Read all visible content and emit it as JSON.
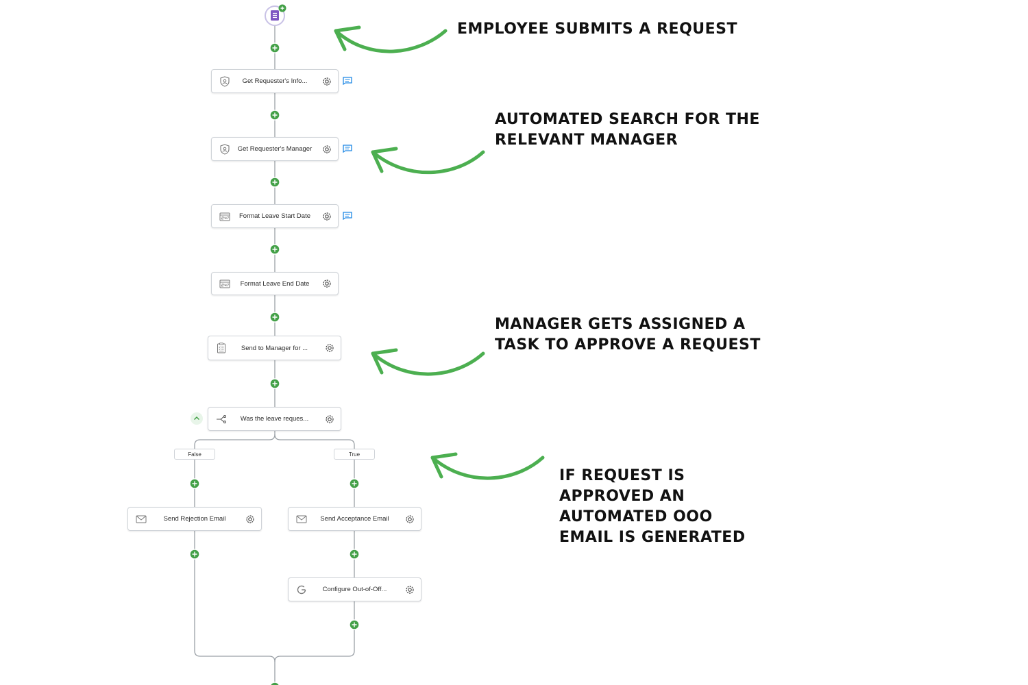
{
  "diagram": {
    "nodes": [
      {
        "id": "get-requesters-info",
        "label": "Get Requester's Info...",
        "icon": "shield-user-icon"
      },
      {
        "id": "get-requesters-manager",
        "label": "Get Requester's Manager",
        "icon": "shield-user-icon"
      },
      {
        "id": "format-leave-start-date",
        "label": "Format Leave Start Date",
        "icon": "calendar-247-icon"
      },
      {
        "id": "format-leave-end-date",
        "label": "Format Leave End Date",
        "icon": "calendar-247-icon"
      },
      {
        "id": "send-to-manager",
        "label": "Send to Manager for ...",
        "icon": "clipboard-icon"
      },
      {
        "id": "was-leave-request",
        "label": "Was the leave reques...",
        "icon": "branch-icon"
      },
      {
        "id": "send-rejection-email",
        "label": "Send Rejection Email",
        "icon": "mail-icon"
      },
      {
        "id": "send-acceptance-email",
        "label": "Send Acceptance Email",
        "icon": "mail-icon"
      },
      {
        "id": "configure-out-of-office",
        "label": "Configure Out-of-Off...",
        "icon": "google-icon"
      }
    ],
    "branches": {
      "false_label": "False",
      "true_label": "True"
    }
  },
  "annotations": {
    "a1": "EMPLOYEE SUBMITS A REQUEST",
    "a2": "AUTOMATED SEARCH FOR THE\nRELEVANT MANAGER",
    "a3": "MANAGER GETS ASSIGNED A\nTASK TO APPROVE A REQUEST",
    "a4": "IF REQUEST IS\nAPPROVED AN\nAUTOMATED OOO\nEMAIL IS GENERATED"
  },
  "colors": {
    "connector": "#9aa0a6",
    "add_button": "#43a047",
    "arrow": "#4caf50",
    "trigger_icon": "#7e57c2",
    "comment_icon": "#1e88e5"
  }
}
